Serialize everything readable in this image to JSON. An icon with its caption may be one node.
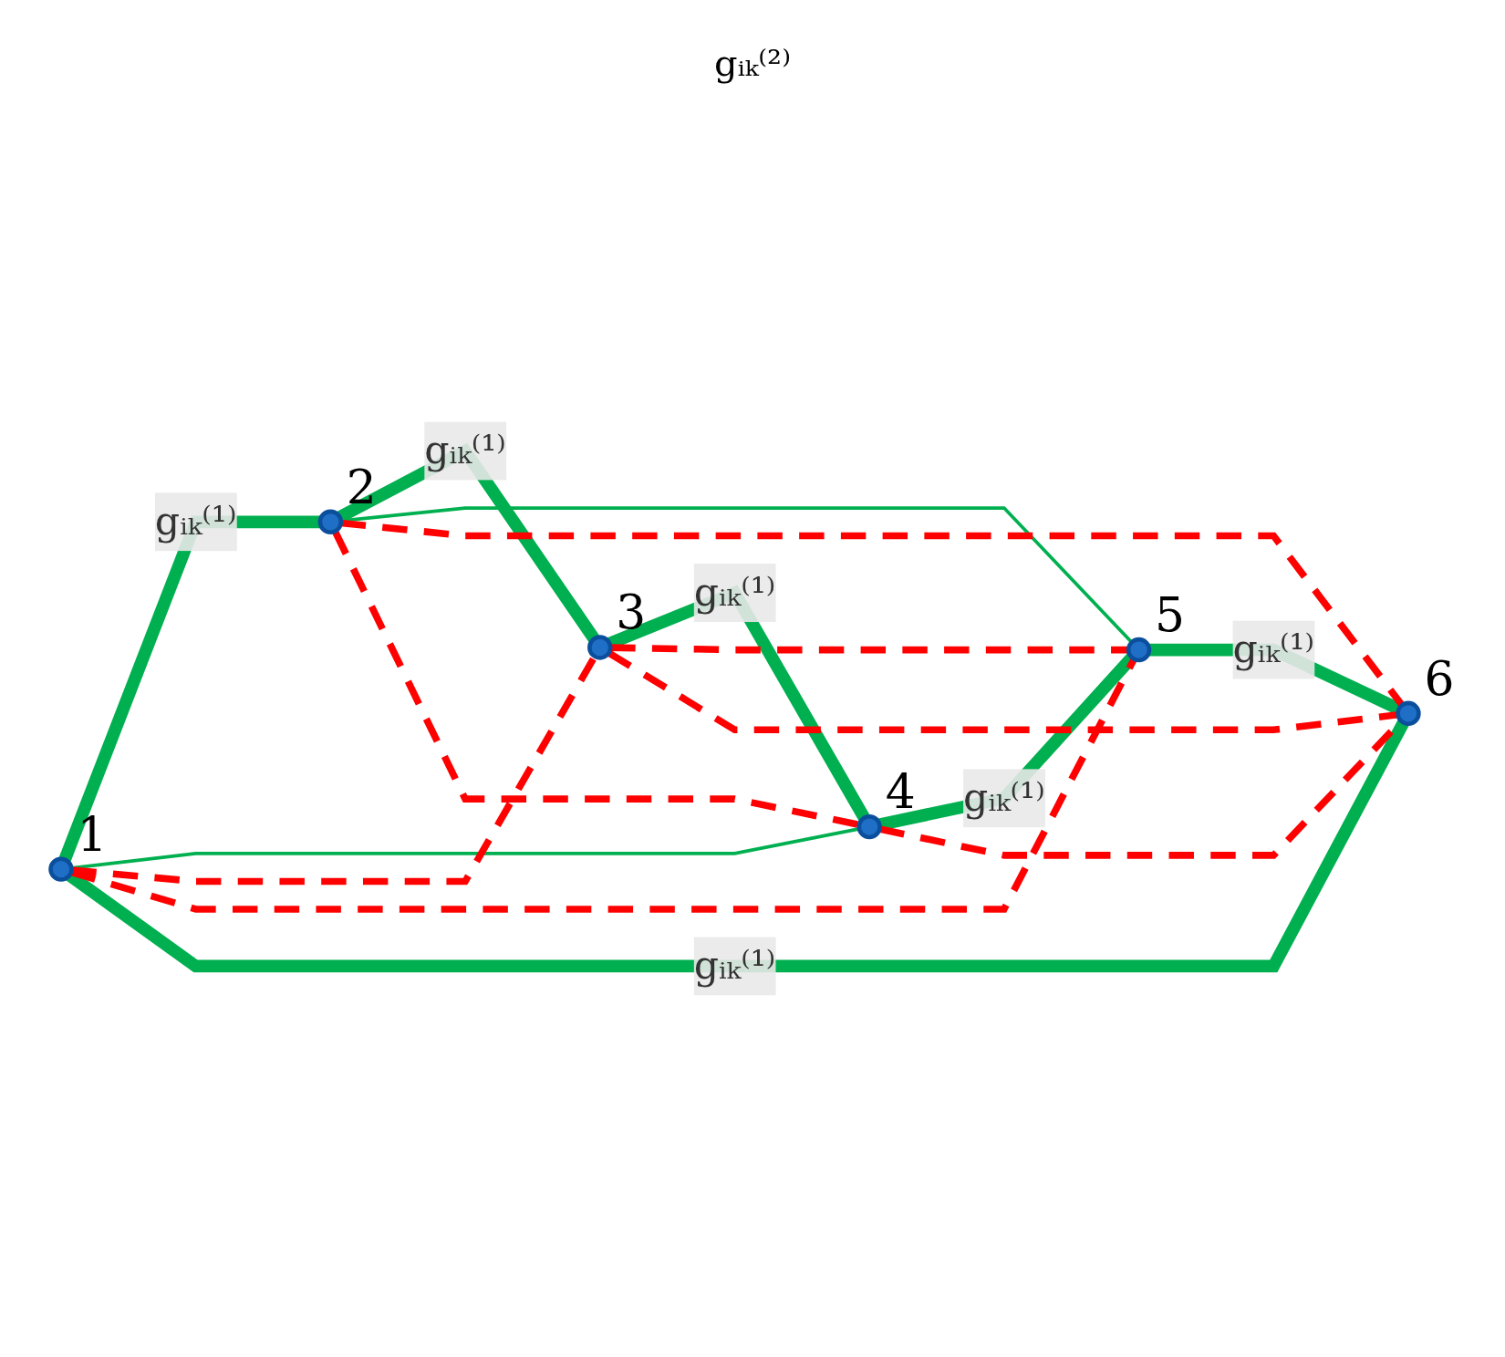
{
  "diagram": {
    "nodes": [
      {
        "text": [],
        "shape": "circle",
        "beside": [
          "1"
        ]
      },
      {
        "text": [],
        "shape": "circle",
        "beside": [
          "2"
        ]
      },
      {
        "text": [],
        "shape": "circle",
        "beside": [
          "3"
        ]
      },
      {
        "text": [],
        "shape": "circle",
        "beside": [
          "4"
        ]
      },
      {
        "text": [],
        "shape": "circle",
        "beside": [
          "5"
        ]
      },
      {
        "text": [],
        "shape": "circle",
        "beside": [
          "6"
        ]
      }
    ],
    "edges": [
      {
        "from": 0,
        "to": 1,
        "arrow": "none",
        "style": "thick",
        "label": "gᵢₖ⁽¹⁾"
      },
      {
        "from": 1,
        "to": 2,
        "arrow": "none",
        "style": "thick",
        "label": "gᵢₖ⁽¹⁾"
      },
      {
        "from": 2,
        "to": 3,
        "arrow": "none",
        "style": "thick",
        "label": "gᵢₖ⁽¹⁾"
      },
      {
        "from": 3,
        "to": 4,
        "arrow": "none",
        "style": "thick",
        "label": "gᵢₖ⁽¹⁾"
      },
      {
        "from": 4,
        "to": 5,
        "arrow": "none",
        "style": "thick",
        "label": "gᵢₖ⁽¹⁾"
      },
      {
        "from": 5,
        "to": 0,
        "arrow": "none",
        "style": "thick",
        "label": "gᵢₖ⁽¹⁾"
      },
      {
        "from": 0,
        "to": 3,
        "arrow": "none"
      },
      {
        "from": 1,
        "to": 4,
        "arrow": "none"
      },
      {
        "from": 0,
        "to": 2,
        "arrow": "none",
        "style": "dashed",
        "color": "#ff0000"
      },
      {
        "from": 0,
        "to": 4,
        "arrow": "none",
        "style": "dashed",
        "color": "#ff0000"
      },
      {
        "from": 1,
        "to": 5,
        "arrow": "none",
        "style": "dashed",
        "color": "#ff0000"
      },
      {
        "from": 1,
        "to": 3,
        "arrow": "none",
        "style": "dashed",
        "color": "#ff0000"
      },
      {
        "from": 2,
        "to": 4,
        "arrow": "none",
        "style": "dashed",
        "color": "#ff0000"
      },
      {
        "from": 2,
        "to": 5,
        "arrow": "none",
        "style": "dashed",
        "color": "#ff0000"
      },
      {
        "from": 3,
        "to": 5,
        "arrow": "none",
        "style": "dashed",
        "color": "#ff0000"
      }
    ],
    "labels": [
      "gᵢₖ⁽²⁾"
    ]
  }
}
